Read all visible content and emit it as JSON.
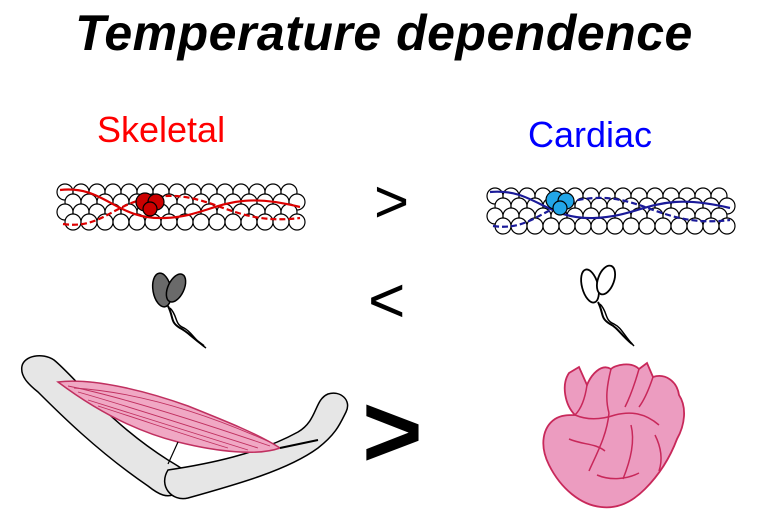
{
  "title": "Temperature dependence",
  "columns": {
    "left": {
      "label": "Skeletal",
      "color": "#ff0000",
      "highlight_color": "#cc0000",
      "filament_color": "#dd0000"
    },
    "right": {
      "label": "Cardiac",
      "color": "#0000ff",
      "highlight_color": "#22a6e8",
      "filament_color": "#1a1a99"
    }
  },
  "comparisons": [
    {
      "row": "thin-filament",
      "symbol": ">"
    },
    {
      "row": "myosin-head",
      "symbol": "<"
    },
    {
      "row": "muscle-organ",
      "symbol": ">"
    }
  ],
  "icons": {
    "left_filament": "skeletal-thin-filament-icon",
    "right_filament": "cardiac-thin-filament-icon",
    "left_myosin": "skeletal-myosin-icon",
    "right_myosin": "cardiac-myosin-icon",
    "left_organ": "skeletal-muscle-icon",
    "right_organ": "heart-icon"
  },
  "colors": {
    "muscle_fill": "#f0a8c4",
    "muscle_stroke": "#c03060",
    "bone_fill": "#e6e6e6",
    "heart_fill": "#ec9cc0",
    "heart_stroke": "#c8285a",
    "myosin_skeletal_fill": "#6a6a6a"
  }
}
